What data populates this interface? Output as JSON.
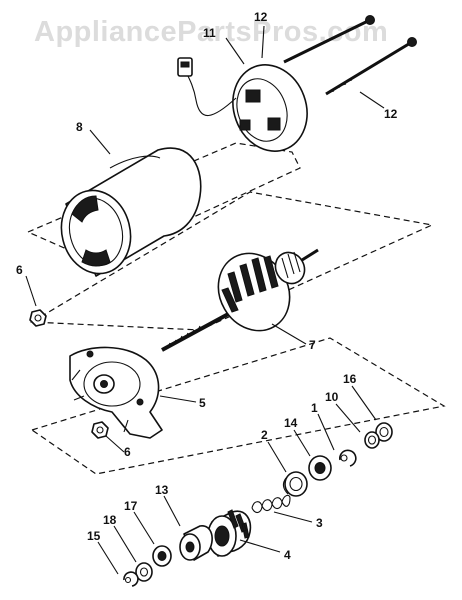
{
  "watermark": "AppliancePartsPros.com",
  "callouts": {
    "c12_top": "12",
    "c11": "11",
    "c12_right": "12",
    "c8": "8",
    "c6_top": "6",
    "c7": "7",
    "c5": "5",
    "c6_bottom": "6",
    "c16": "16",
    "c10": "10",
    "c1": "1",
    "c14": "14",
    "c2": "2",
    "c13": "13",
    "c17": "17",
    "c18": "18",
    "c15": "15",
    "c3": "3",
    "c4": "4"
  }
}
